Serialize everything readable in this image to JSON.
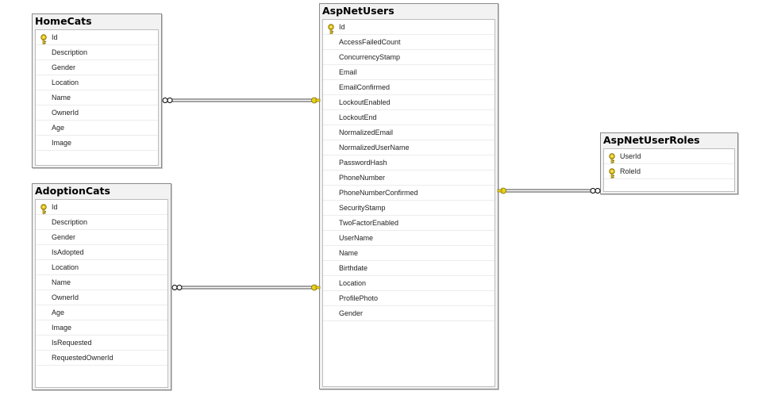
{
  "tables": [
    {
      "id": "homecats",
      "name": "HomeCats",
      "columns": [
        {
          "name": "Id",
          "key": true
        },
        {
          "name": "Description"
        },
        {
          "name": "Gender"
        },
        {
          "name": "Location"
        },
        {
          "name": "Name"
        },
        {
          "name": "OwnerId"
        },
        {
          "name": "Age"
        },
        {
          "name": "Image"
        }
      ]
    },
    {
      "id": "adoptioncats",
      "name": "AdoptionCats",
      "columns": [
        {
          "name": "Id",
          "key": true
        },
        {
          "name": "Description"
        },
        {
          "name": "Gender"
        },
        {
          "name": "IsAdopted"
        },
        {
          "name": "Location"
        },
        {
          "name": "Name"
        },
        {
          "name": "OwnerId"
        },
        {
          "name": "Age"
        },
        {
          "name": "Image"
        },
        {
          "name": "IsRequested"
        },
        {
          "name": "RequestedOwnerId"
        }
      ]
    },
    {
      "id": "aspnetusers",
      "name": "AspNetUsers",
      "columns": [
        {
          "name": "Id",
          "key": true
        },
        {
          "name": "AccessFailedCount"
        },
        {
          "name": "ConcurrencyStamp"
        },
        {
          "name": "Email"
        },
        {
          "name": "EmailConfirmed"
        },
        {
          "name": "LockoutEnabled"
        },
        {
          "name": "LockoutEnd"
        },
        {
          "name": "NormalizedEmail"
        },
        {
          "name": "NormalizedUserName"
        },
        {
          "name": "PasswordHash"
        },
        {
          "name": "PhoneNumber"
        },
        {
          "name": "PhoneNumberConfirmed"
        },
        {
          "name": "SecurityStamp"
        },
        {
          "name": "TwoFactorEnabled"
        },
        {
          "name": "UserName"
        },
        {
          "name": "Name"
        },
        {
          "name": "Birthdate"
        },
        {
          "name": "Location"
        },
        {
          "name": "ProfilePhoto"
        },
        {
          "name": "Gender"
        }
      ]
    },
    {
      "id": "aspnetuserroles",
      "name": "AspNetUserRoles",
      "columns": [
        {
          "name": "UserId",
          "key": true
        },
        {
          "name": "RoleId",
          "key": true
        }
      ]
    }
  ],
  "relationships": [
    {
      "from": "homecats",
      "to": "aspnetusers"
    },
    {
      "from": "adoptioncats",
      "to": "aspnetusers"
    },
    {
      "from": "aspnetuserroles",
      "to": "aspnetusers"
    }
  ],
  "colors": {
    "key_icon": "#e6c419",
    "key_marker": "#e8d21c",
    "line": "#444444"
  }
}
